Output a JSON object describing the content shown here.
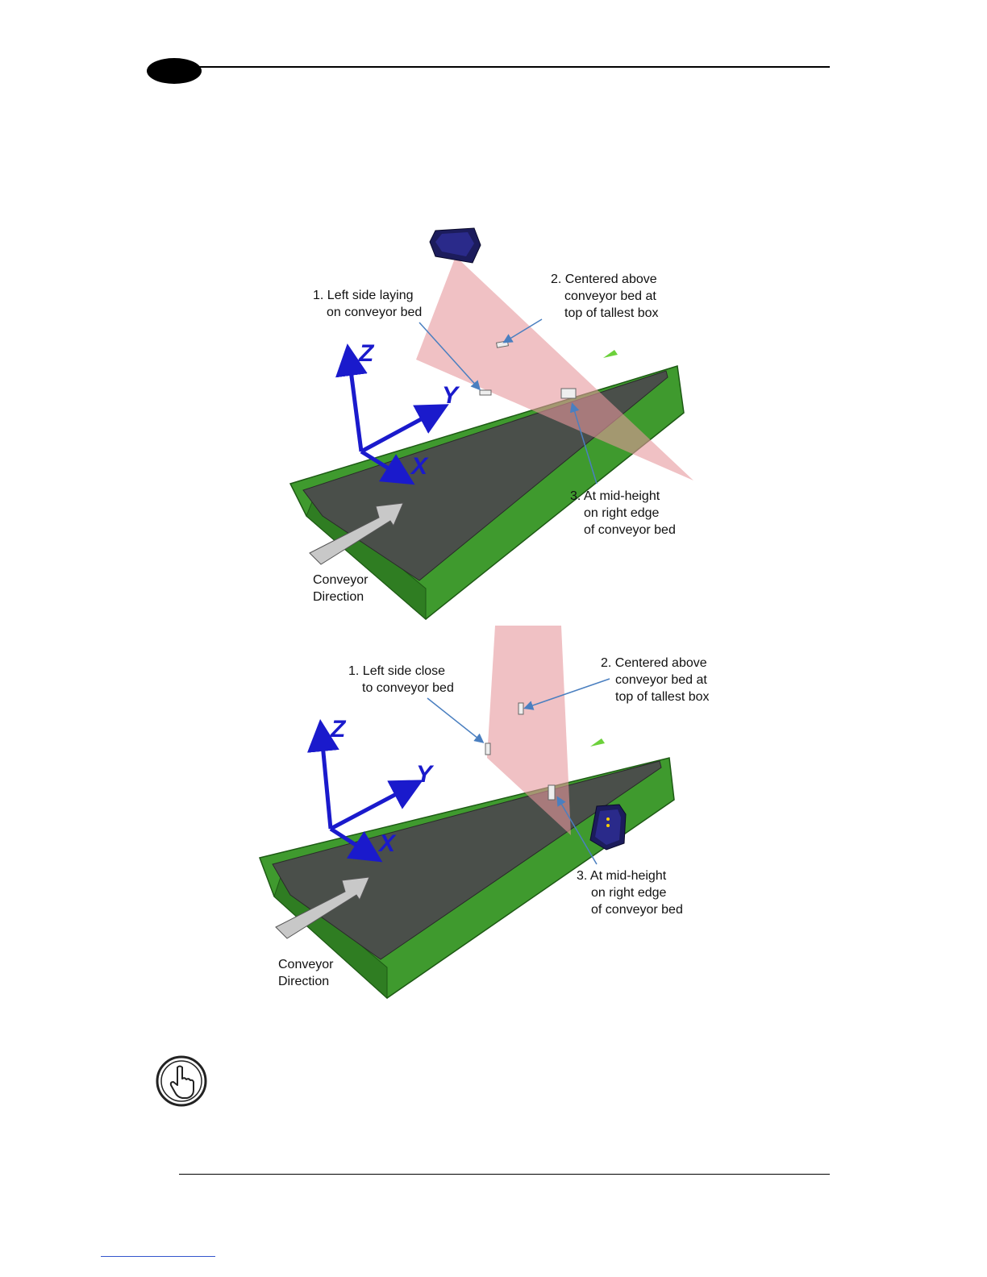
{
  "figure_top": {
    "label1": [
      "1. Left side laying",
      "on conveyor bed"
    ],
    "label2": [
      "2. Centered above",
      "conveyor bed at",
      "top of tallest box"
    ],
    "label3": [
      "3. At mid-height",
      "on right edge",
      "of conveyor bed"
    ],
    "direction": [
      "Conveyor",
      "Direction"
    ],
    "axes": {
      "x": "X",
      "y": "Y",
      "z": "Z"
    }
  },
  "figure_bottom": {
    "label1": [
      "1. Left side close",
      "to conveyor bed"
    ],
    "label2": [
      "2. Centered above",
      "conveyor bed at",
      "top of tallest box"
    ],
    "label3": [
      "3. At mid-height",
      "on right edge",
      "of conveyor bed"
    ],
    "direction": [
      "Conveyor",
      "Direction"
    ],
    "axes": {
      "x": "X",
      "y": "Y",
      "z": "Z"
    }
  },
  "colors": {
    "frame_green": "#3f9a2e",
    "belt_gray": "#4a4f4a",
    "laser_pink": "#e6989c",
    "axis_blue": "#1a1acc",
    "scanner_purple": "#2a2a8a"
  },
  "icons": {
    "note": "pointing-hand-icon",
    "header": "chapter-oval"
  }
}
